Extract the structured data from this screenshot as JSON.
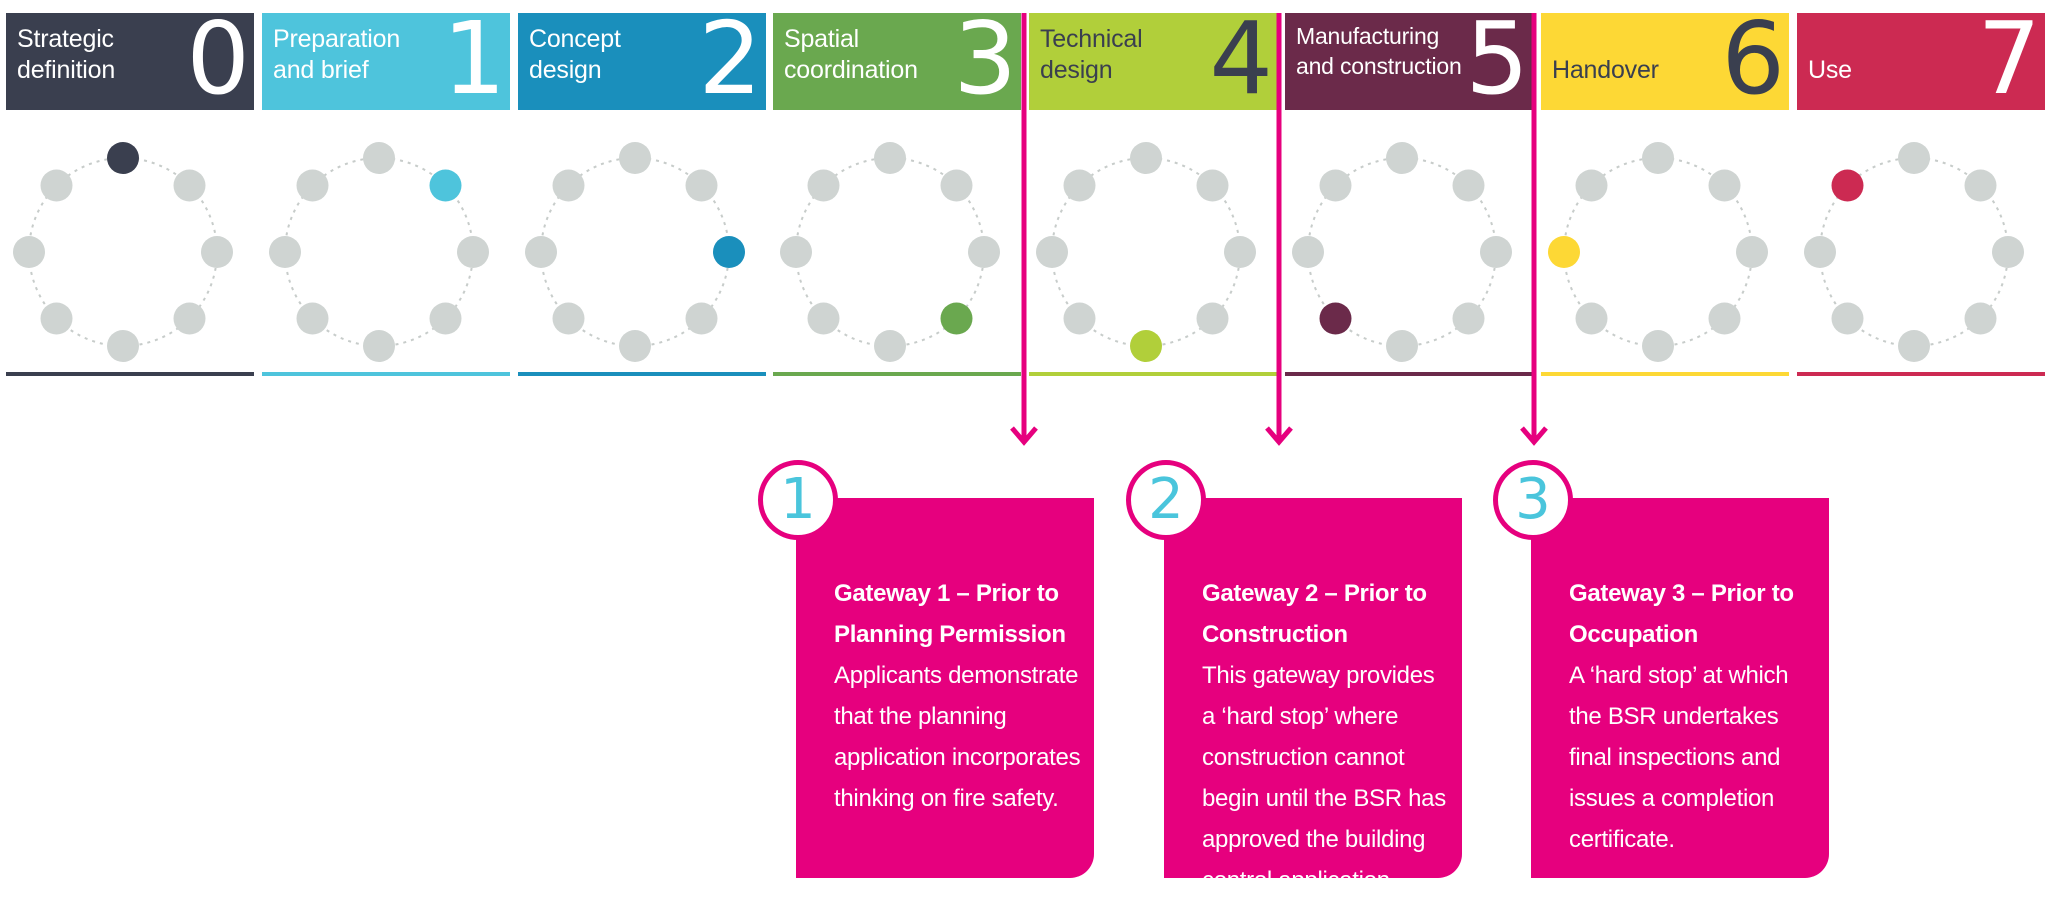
{
  "stages": [
    {
      "number": "0",
      "title": "Strategic\ndefinition",
      "color": "#3a3f4f",
      "active_dot": 0
    },
    {
      "number": "1",
      "title": "Preparation\nand brief",
      "color": "#4ec4dc",
      "active_dot": 1
    },
    {
      "number": "2",
      "title": "Concept\ndesign",
      "color": "#1a8fbc",
      "active_dot": 2
    },
    {
      "number": "3",
      "title": "Spatial\ncoordination",
      "color": "#6aa84f",
      "active_dot": 3
    },
    {
      "number": "4",
      "title": "Technical\ndesign",
      "color": "#b1cf3a",
      "active_dot": 4,
      "number_color": "#3a3f4f",
      "title_color": "#3a3f4f"
    },
    {
      "number": "5",
      "title": "Manufacturing\nand construction",
      "color": "#6b2a4a",
      "active_dot": 5
    },
    {
      "number": "6",
      "title": "Handover",
      "color": "#fdd835",
      "active_dot": 6,
      "number_color": "#3a3f4f",
      "title_color": "#3a3f4f"
    },
    {
      "number": "7",
      "title": "Use",
      "color": "#cc2a52",
      "active_dot": 7
    }
  ],
  "dot_color": "#cfd4d2",
  "gateways": [
    {
      "number": "1",
      "title": "Gateway 1 – Prior to Planning Permission",
      "body": "Applicants demonstrate that the planning application incorporates thinking on fire safety."
    },
    {
      "number": "2",
      "title": "Gateway 2 – Prior to Construction",
      "body": "This gateway provides a ‘hard stop’ where construction cannot begin until the BSR has approved the building control application."
    },
    {
      "number": "3",
      "title": "Gateway 3 – Prior to Occupation",
      "body": "A ‘hard stop’ at which the BSR undertakes final inspections and issues a completion certificate."
    }
  ],
  "gateway_color": "#e6007e",
  "gateway_number_color": "#4ac5dc"
}
